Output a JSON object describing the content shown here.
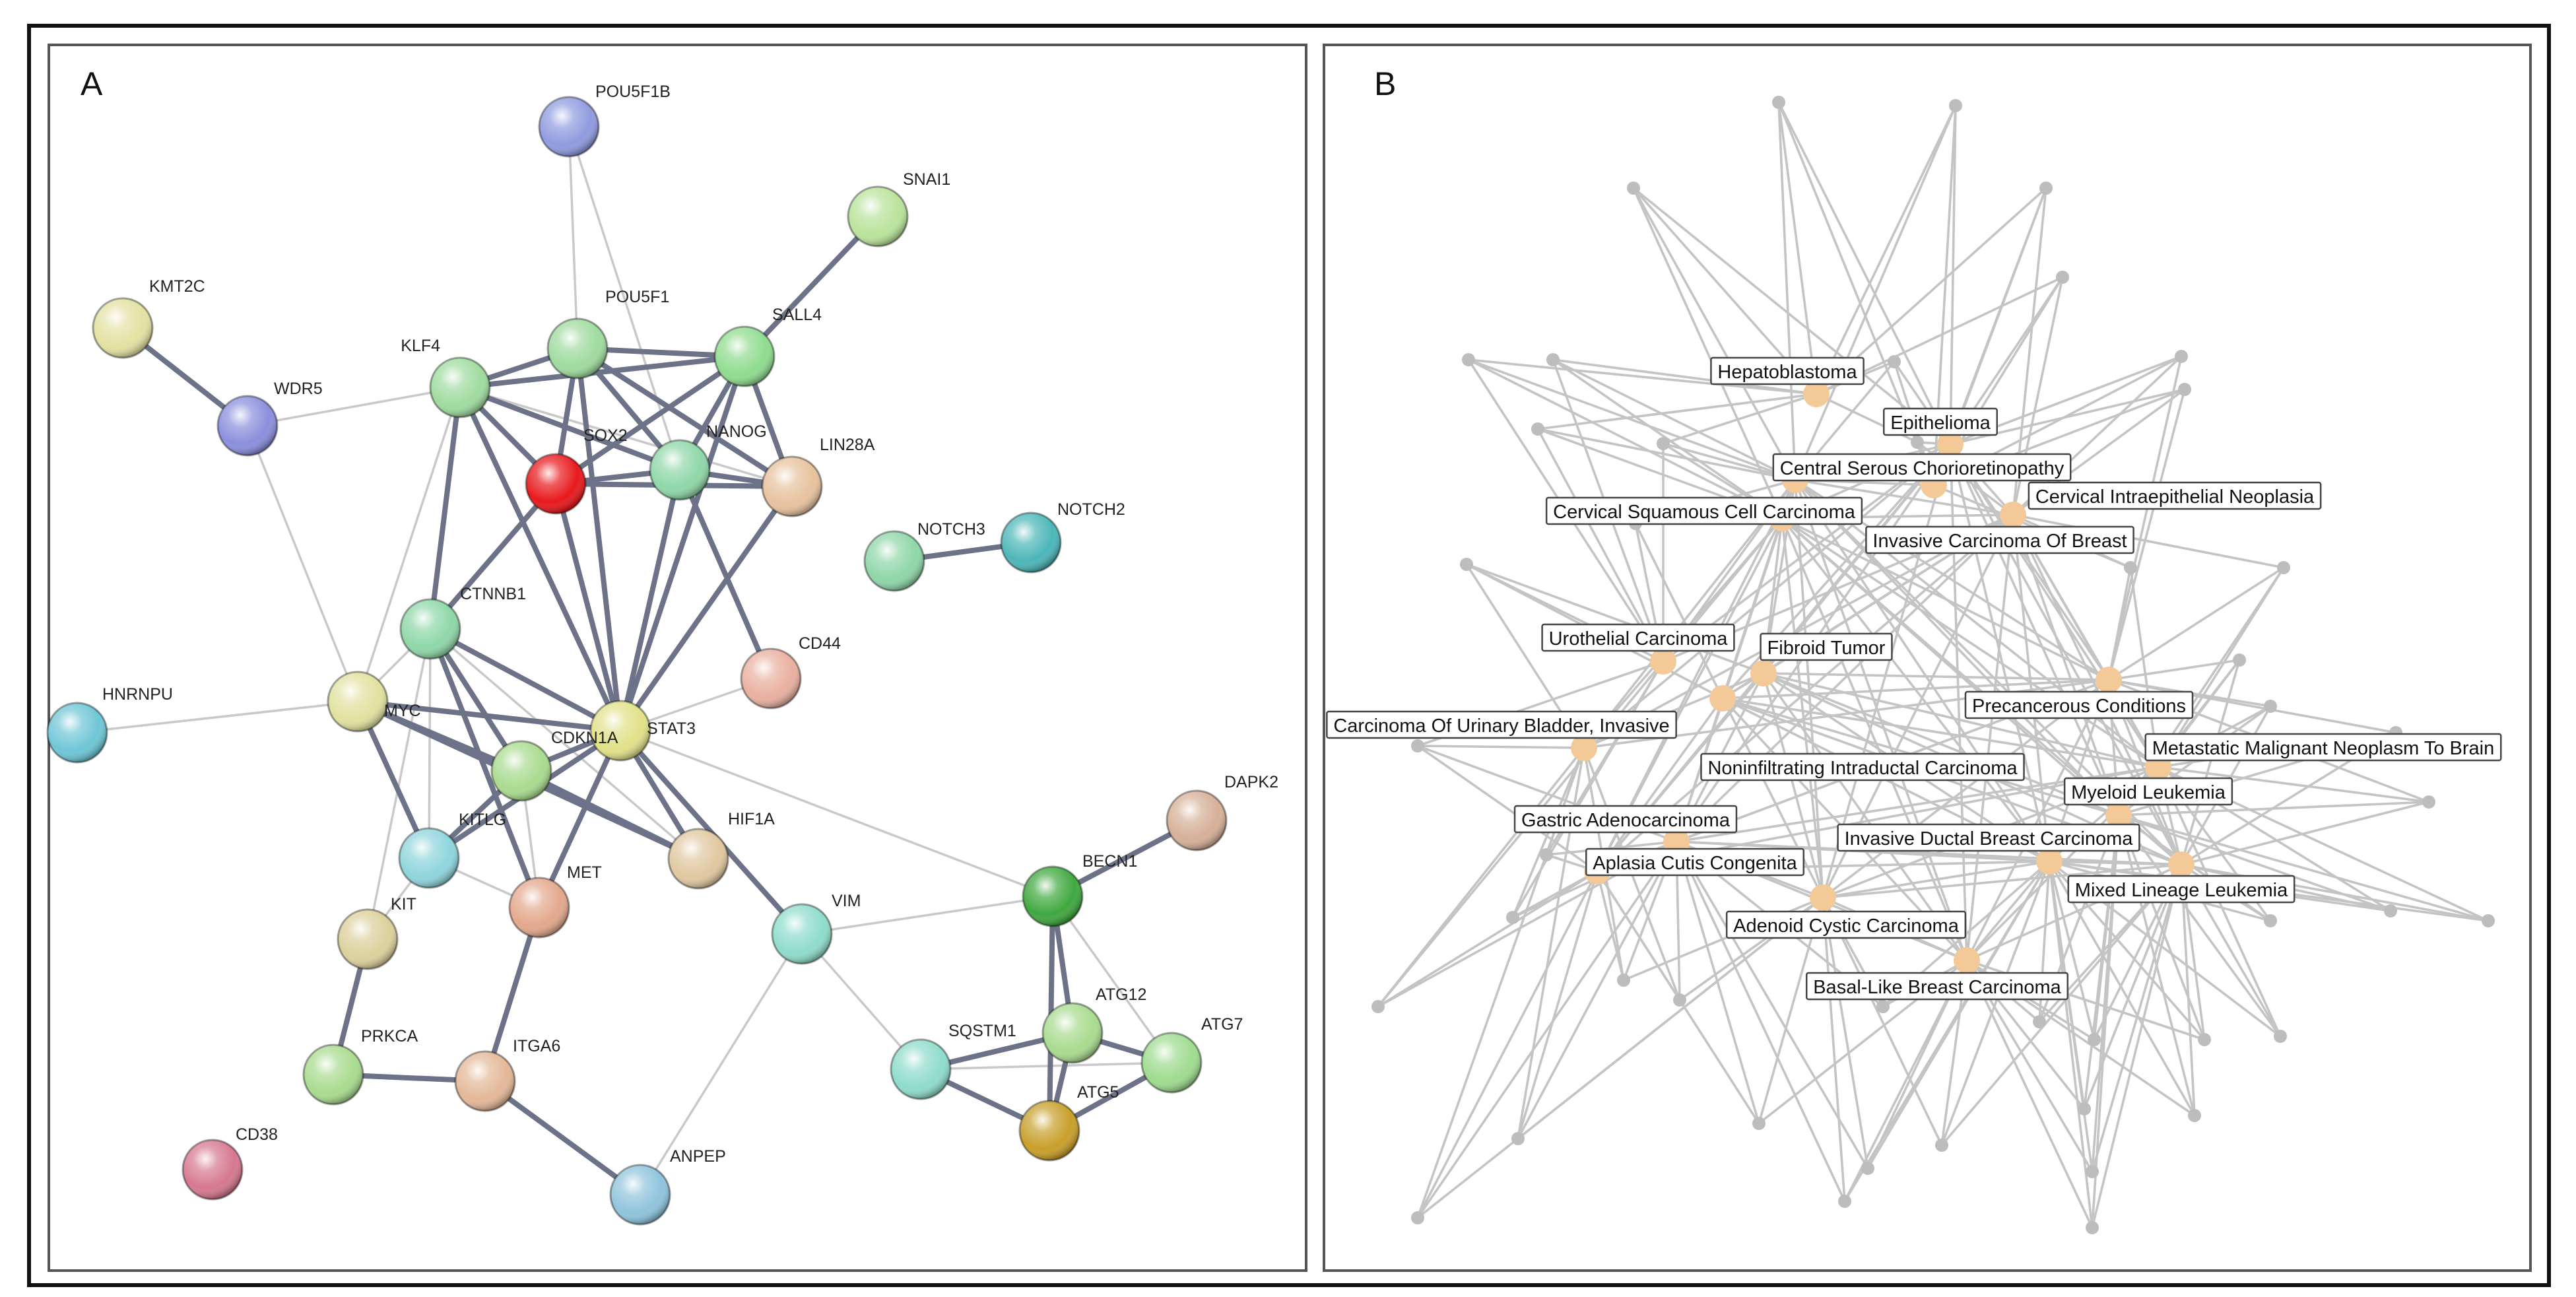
{
  "figure": {
    "panels": [
      {
        "id": "A",
        "letter": "A"
      },
      {
        "id": "B",
        "letter": "B"
      }
    ]
  },
  "panel_a": {
    "proteins": [
      {
        "label": "POU5F1B",
        "color": "#8f9bdf"
      },
      {
        "label": "SNAI1",
        "color": "#b9e39b"
      },
      {
        "label": "KMT2C",
        "color": "#e3e1a2"
      },
      {
        "label": "WDR5",
        "color": "#8a8fdc"
      },
      {
        "label": "POU5F1",
        "color": "#9fdb9f"
      },
      {
        "label": "SALL4",
        "color": "#8fdc8f"
      },
      {
        "label": "KLF4",
        "color": "#9fdb9f"
      },
      {
        "label": "SOX2",
        "color": "#e8191c"
      },
      {
        "label": "NANOG",
        "color": "#8fd7a8"
      },
      {
        "label": "LIN28A",
        "color": "#e7c29e"
      },
      {
        "label": "NOTCH3",
        "color": "#8fd6a8"
      },
      {
        "label": "NOTCH2",
        "color": "#4cb6b8"
      },
      {
        "label": "CTNNB1",
        "color": "#8fd7a8"
      },
      {
        "label": "CD44",
        "color": "#e9b0a0"
      },
      {
        "label": "HNRNPU",
        "color": "#6fc6d6"
      },
      {
        "label": "MYC",
        "color": "#e1e1a0"
      },
      {
        "label": "STAT3",
        "color": "#e1e18a"
      },
      {
        "label": "CDKN1A",
        "color": "#a9db8f"
      },
      {
        "label": "DAPK2",
        "color": "#d6b098"
      },
      {
        "label": "HIF1A",
        "color": "#e0c8a0"
      },
      {
        "label": "KITLG",
        "color": "#8fd5dc"
      },
      {
        "label": "BECN1",
        "color": "#3fa83f"
      },
      {
        "label": "MET",
        "color": "#e3a88c"
      },
      {
        "label": "KIT",
        "color": "#dcd09c"
      },
      {
        "label": "VIM",
        "color": "#8fdccb"
      },
      {
        "label": "SQSTM1",
        "color": "#8fdccb"
      },
      {
        "label": "ATG12",
        "color": "#a9db8f"
      },
      {
        "label": "ATG7",
        "color": "#9fdb8f"
      },
      {
        "label": "PRKCA",
        "color": "#a9db8f"
      },
      {
        "label": "ITGA6",
        "color": "#e3b898"
      },
      {
        "label": "ATG5",
        "color": "#c89f2a"
      },
      {
        "label": "CD38",
        "color": "#d6788f"
      },
      {
        "label": "ANPEP",
        "color": "#8fc4dc"
      }
    ]
  },
  "panel_b": {
    "node_color": "#f3c998",
    "edge_color": "#c4c4c4",
    "leaf_color": "#bdbdbd",
    "diseases": [
      {
        "label": "Hepatoblastoma"
      },
      {
        "label": "Epithelioma"
      },
      {
        "label": "Central Serous Chorioretinopathy"
      },
      {
        "label": "Cervical Intraepithelial Neoplasia"
      },
      {
        "label": "Cervical Squamous Cell Carcinoma"
      },
      {
        "label": "Invasive Carcinoma Of Breast"
      },
      {
        "label": "Urothelial Carcinoma"
      },
      {
        "label": "Fibroid Tumor"
      },
      {
        "label": "Precancerous Conditions"
      },
      {
        "label": "Carcinoma Of Urinary Bladder, Invasive"
      },
      {
        "label": "Metastatic Malignant Neoplasm To Brain"
      },
      {
        "label": "Noninfiltrating Intraductal Carcinoma"
      },
      {
        "label": "Myeloid Leukemia"
      },
      {
        "label": "Gastric Adenocarcinoma"
      },
      {
        "label": "Invasive Ductal Breast Carcinoma"
      },
      {
        "label": "Aplasia Cutis Congenita"
      },
      {
        "label": "Mixed Lineage Leukemia"
      },
      {
        "label": "Adenoid Cystic Carcinoma"
      },
      {
        "label": "Basal-Like Breast Carcinoma"
      }
    ]
  }
}
